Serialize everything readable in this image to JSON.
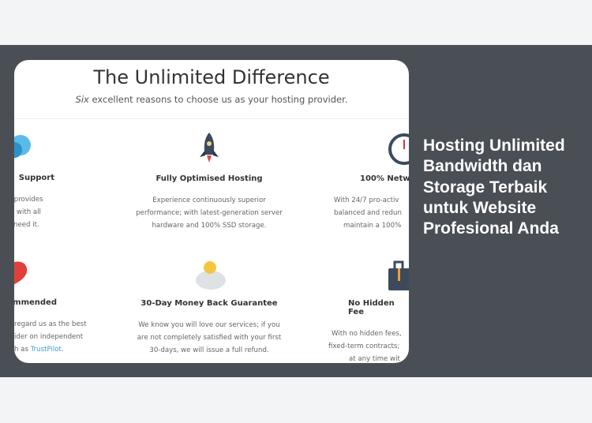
{
  "card": {
    "title": "The Unlimited Difference",
    "subtitle_em": "Six",
    "subtitle_rest": " excellent reasons to choose us as your hosting provider.",
    "features": [
      {
        "title": "Support",
        "lines": [
          "upport team provides",
          "able support with all",
          "r when you need it."
        ]
      },
      {
        "title": "Fully Optimised Hosting",
        "lines": [
          "Experience continuously superior",
          "performance; with latest-generation server",
          "hardware and 100% SSD storage."
        ]
      },
      {
        "title": "100% Netw",
        "lines": [
          "With 24/7 pro-activ",
          "balanced and redun",
          "maintain a 100%"
        ]
      },
      {
        "title": "ommended",
        "lines": [
          "regard us as the best",
          "ider on independent",
          "h as "
        ],
        "link": "TrustPilot",
        "link_suffix": "."
      },
      {
        "title": "30-Day Money Back Guarantee",
        "lines": [
          "We know you will love our services; if you",
          "are not completely satisfied with your first",
          "30-days, we will issue a full refund."
        ]
      },
      {
        "title": "No Hidden Fee",
        "lines": [
          "With no hidden fees,",
          "fixed-term contracts;",
          "at any time wit"
        ]
      }
    ]
  },
  "headline": "Hosting Unlimited Bandwidth dan Storage Terbaik untuk Website Profesional Anda"
}
